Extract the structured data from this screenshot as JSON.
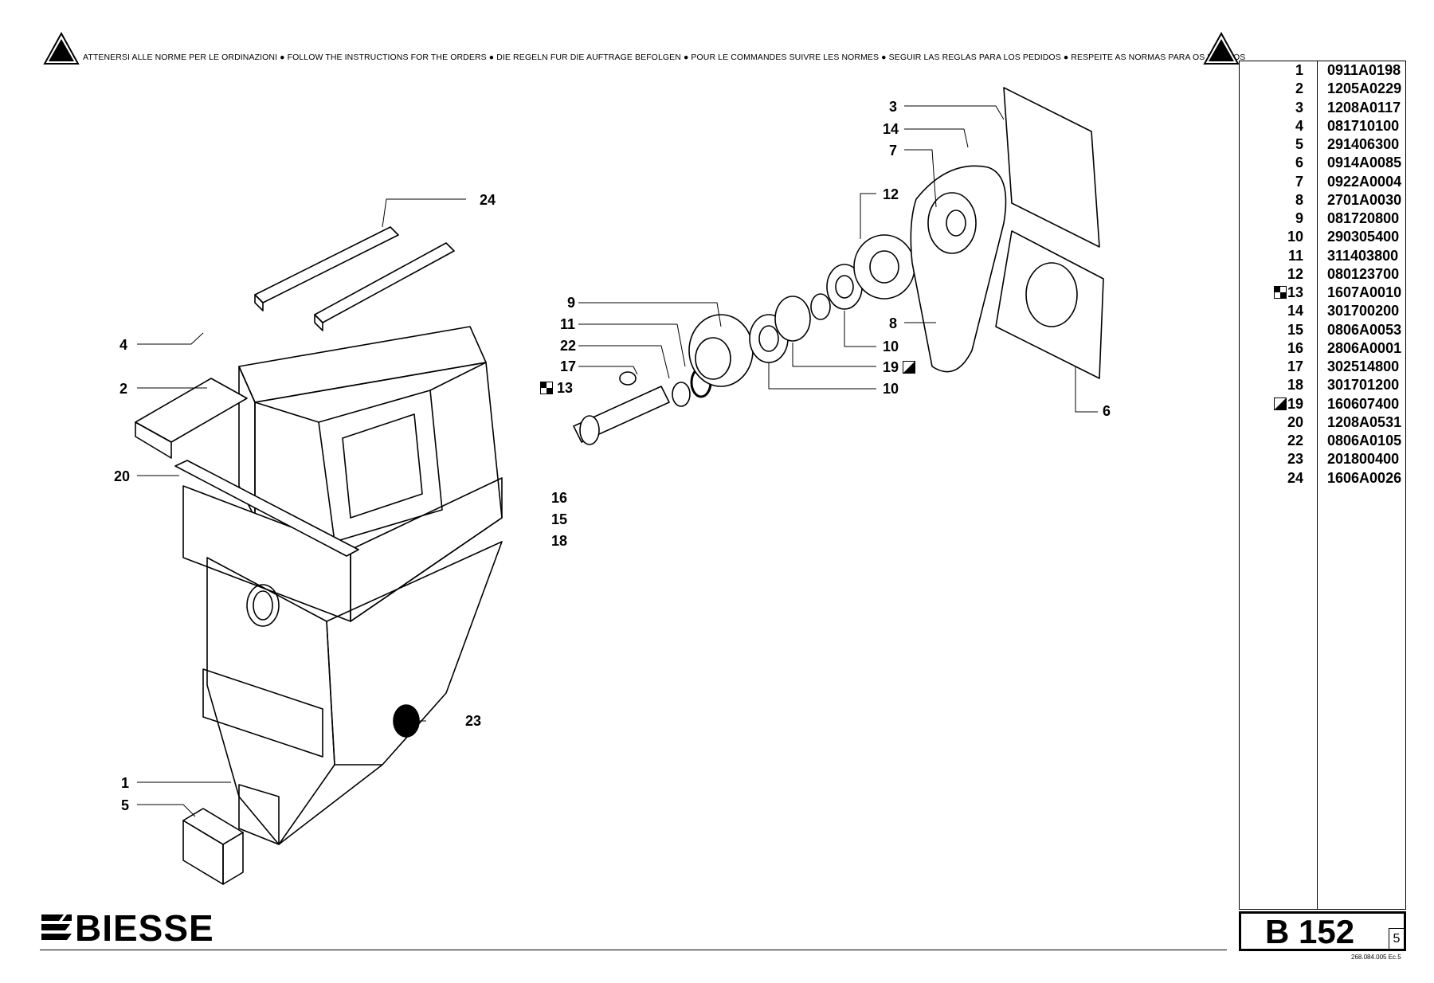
{
  "notice": {
    "text": "ATTENERSI ALLE NORME PER LE ORDINAZIONI  ●  FOLLOW THE INSTRUCTIONS FOR THE ORDERS ●  DIE REGELN FUR DIE AUFTRAGE BEFOLGEN ●  POUR LE COMMANDES SUIVRE LES NORMES ●  SEGUIR LAS REGLAS PARA LOS PEDIDOS ●  RESPEITE AS NORMAS PARA OS PEDIDOS"
  },
  "callouts": {
    "c1": "1",
    "c2": "2",
    "c3": "3",
    "c4": "4",
    "c5": "5",
    "c6": "6",
    "c7": "7",
    "c8": "8",
    "c9": "9",
    "c10a": "10",
    "c10b": "10",
    "c11": "11",
    "c12": "12",
    "c13": "13",
    "c14": "14",
    "c15": "15",
    "c16": "16",
    "c17": "17",
    "c18": "18",
    "c19": "19",
    "c20": "20",
    "c22": "22",
    "c23": "23",
    "c24": "24"
  },
  "parts": [
    {
      "pos": "1",
      "code": "0911A0198"
    },
    {
      "pos": "2",
      "code": "1205A0229"
    },
    {
      "pos": "3",
      "code": "1208A0117"
    },
    {
      "pos": "4",
      "code": "081710100"
    },
    {
      "pos": "5",
      "code": "291406300"
    },
    {
      "pos": "6",
      "code": "0914A0085"
    },
    {
      "pos": "7",
      "code": "0922A0004"
    },
    {
      "pos": "8",
      "code": "2701A0030"
    },
    {
      "pos": "9",
      "code": "081720800"
    },
    {
      "pos": "10",
      "code": "290305400"
    },
    {
      "pos": "11",
      "code": "311403800"
    },
    {
      "pos": "12",
      "code": "080123700"
    },
    {
      "pos": "13",
      "code": "1607A0010",
      "mark": "checker"
    },
    {
      "pos": "14",
      "code": "301700200"
    },
    {
      "pos": "15",
      "code": "0806A0053"
    },
    {
      "pos": "16",
      "code": "2806A0001"
    },
    {
      "pos": "17",
      "code": "302514800"
    },
    {
      "pos": "18",
      "code": "301701200"
    },
    {
      "pos": "19",
      "code": "160607400",
      "mark": "diagonal"
    },
    {
      "pos": "20",
      "code": "1208A0531"
    },
    {
      "pos": "22",
      "code": "0806A0105"
    },
    {
      "pos": "23",
      "code": "201800400"
    },
    {
      "pos": "24",
      "code": "1606A0026"
    }
  ],
  "sheet": {
    "title": "B 152",
    "number": "5",
    "doc": "268.084.005 Ec.5"
  },
  "brand": {
    "name": "BIESSE"
  }
}
